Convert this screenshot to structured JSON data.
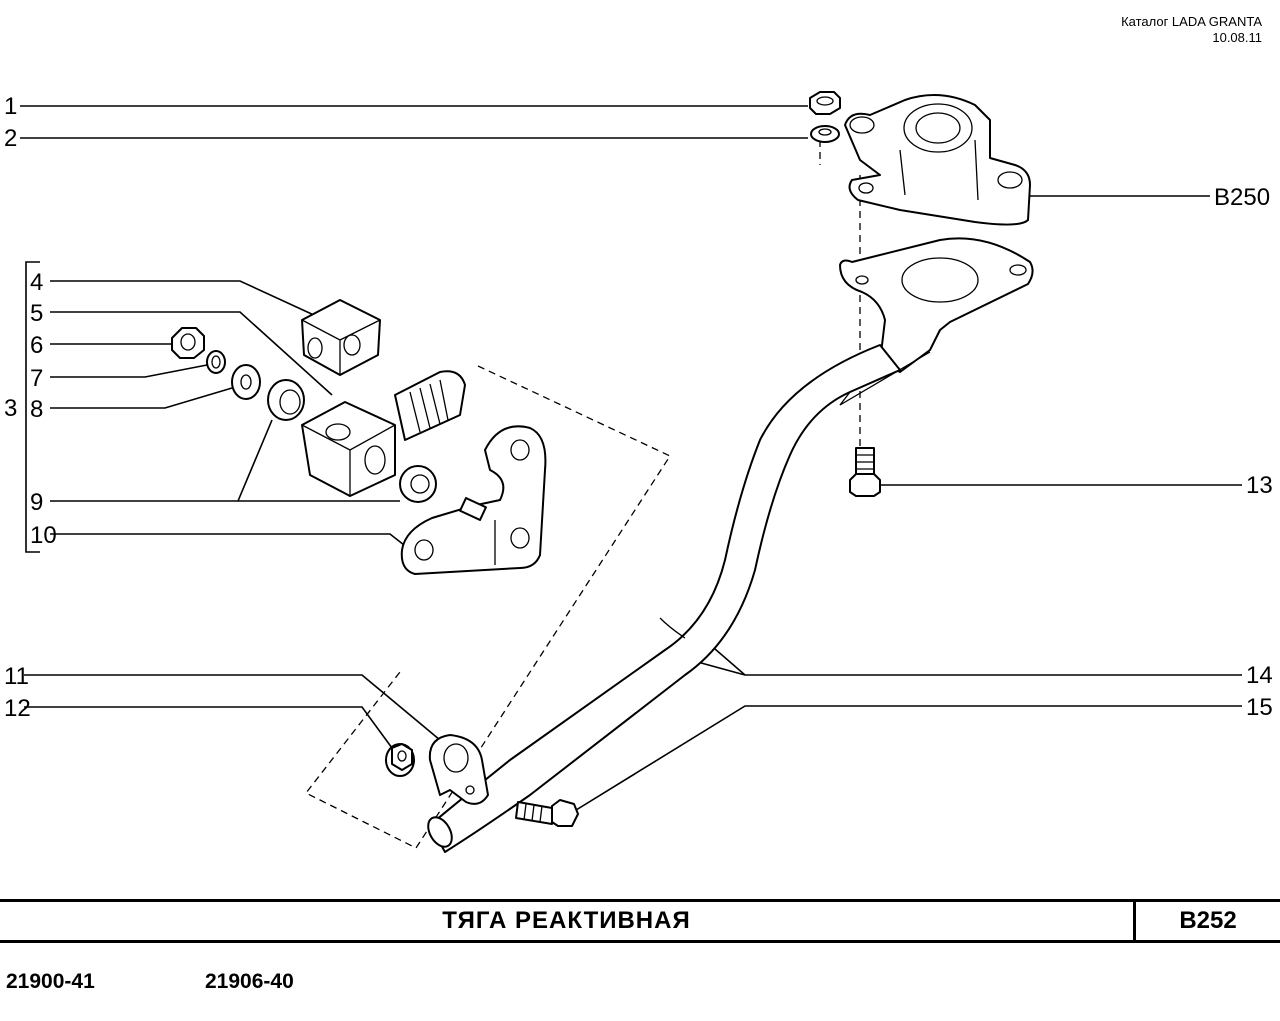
{
  "header": {
    "catalog": "Каталог LADA  GRANTA",
    "date": "10.08.11"
  },
  "callouts": {
    "c1": "1",
    "c2": "2",
    "c3": "3",
    "c4": "4",
    "c5": "5",
    "c6": "6",
    "c7": "7",
    "c8": "8",
    "c9": "9",
    "c10": "10",
    "c11": "11",
    "c12": "12",
    "c13": "13",
    "c14": "14",
    "c15": "15",
    "ref": "B250"
  },
  "title_bar": {
    "title": "ТЯГА   РЕАКТИВНАЯ",
    "code": "B252"
  },
  "footer": {
    "models": [
      "21900-41",
      "21906-40"
    ]
  }
}
